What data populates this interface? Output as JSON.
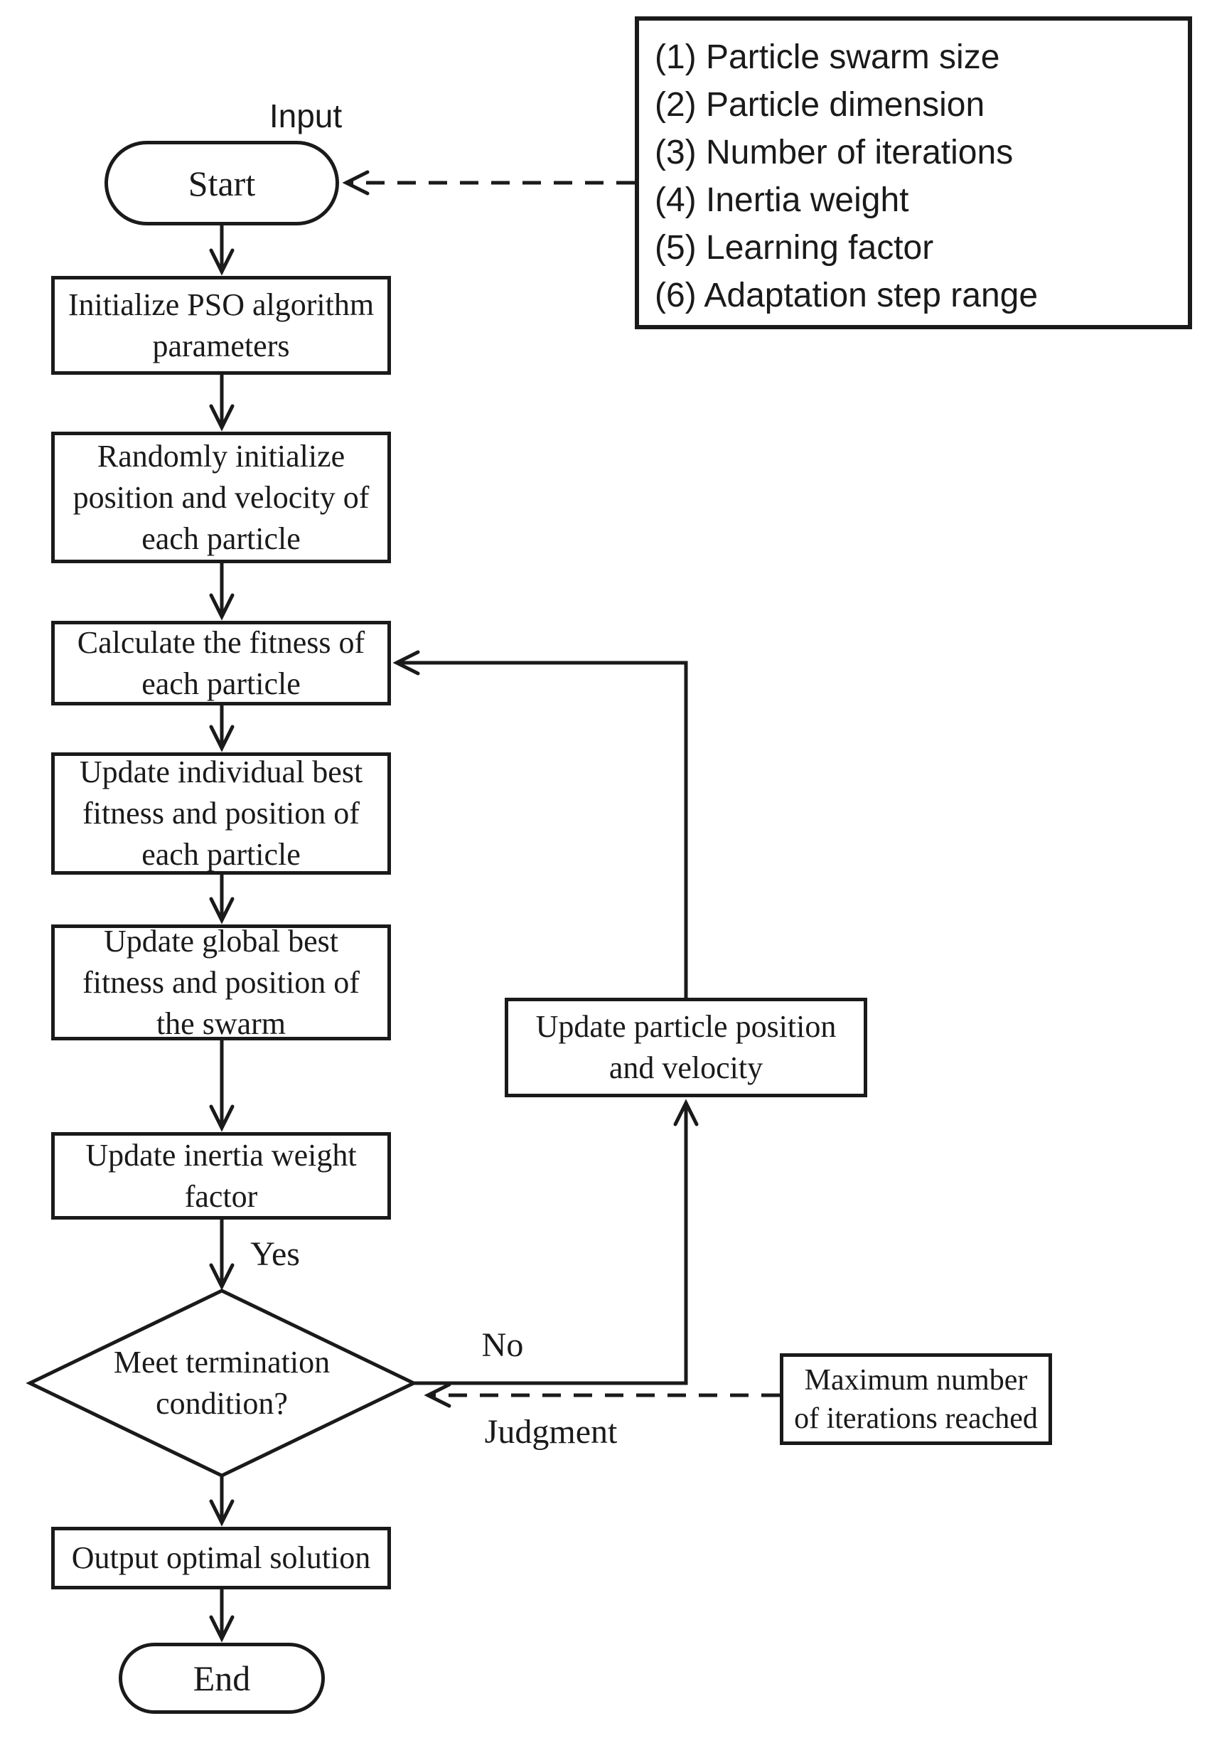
{
  "colors": {
    "ink": "#1a1a1a",
    "background": "#ffffff"
  },
  "labels": {
    "input": "Input",
    "yes": "Yes",
    "no": "No",
    "judgment": "Judgment"
  },
  "input_panel": {
    "items": [
      "(1) Particle swarm size",
      "(2) Particle dimension",
      "(3) Number of iterations",
      "(4) Inertia weight",
      "(5) Learning factor",
      "(6) Adaptation step range"
    ]
  },
  "nodes": {
    "start": "Start",
    "init_params": "Initialize PSO algorithm\nparameters",
    "random_init": "Randomly initialize\nposition and velocity of\neach particle",
    "calc_fitness": "Calculate the fitness of\neach particle",
    "update_individual": "Update individual best\nfitness and position of\neach particle",
    "update_global": "Update global best\nfitness and position of\nthe swarm",
    "update_inertia": "Update inertia weight\nfactor",
    "termination": "Meet termination\ncondition?",
    "update_particle": "Update particle position\nand velocity",
    "max_iterations": "Maximum number\nof iterations reached",
    "output": "Output optimal solution",
    "end": "End"
  }
}
